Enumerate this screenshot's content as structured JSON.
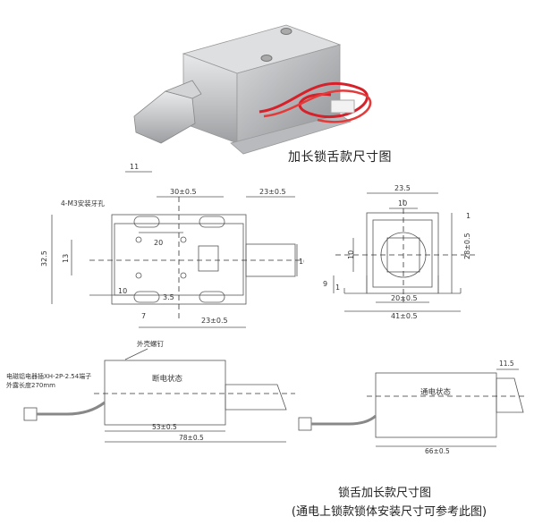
{
  "photo_title": "加长锁舌款尺寸图",
  "front_view": {
    "dims": {
      "top_overhang": "11",
      "hole_spacing": "30±0.5",
      "tongue_length": "23±0.5",
      "mount_label": "4-M3安装牙孔",
      "inner_width": "20",
      "height": "32.5",
      "inner_height": "13",
      "tongue_height": "10",
      "small_dim": "10",
      "slot_dim": "3.5",
      "bottom_offset": "7",
      "bottom_len": "23±0.5"
    }
  },
  "side_view": {
    "dims": {
      "top_width": "23.5",
      "tongue_width": "10",
      "edge": "1",
      "square": "10",
      "height": "28±0.5",
      "foot": "9",
      "foot_small": "1",
      "base_inner": "20±0.5",
      "base_outer": "41±0.5"
    }
  },
  "off_view": {
    "screw_label": "外壳螺钉",
    "wire_label_1": "电磁铝电器插XH-2P-2.54端子",
    "wire_label_2": "外露长度270mm",
    "state_label": "断电状态",
    "len_53": "53±0.5",
    "len_78": "78±0.5"
  },
  "on_view": {
    "state_label": "通电状态",
    "extend": "11.5",
    "len_66": "66±0.5"
  },
  "bottom_caption_1": "锁舌加长款尺寸图",
  "bottom_caption_2": "(通电上锁款锁体安装尺寸可参考此图)",
  "colors": {
    "line": "#555555",
    "dash": "#333333",
    "wire_red": "#d6202a",
    "metal": "#c9cacc"
  }
}
